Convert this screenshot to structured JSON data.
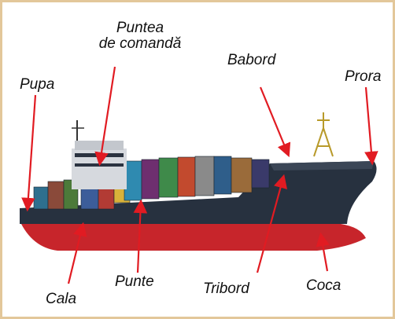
{
  "labels": {
    "puntea_de_comanda": {
      "line1": "Puntea",
      "line2": "de comandă"
    },
    "babord": "Babord",
    "prora": "Prora",
    "pupa": "Pupa",
    "cala": "Cala",
    "punte": "Punte",
    "tribord": "Tribord",
    "coca": "Coca"
  },
  "colors": {
    "frame": "#e3c79a",
    "arrow": "#e11b22",
    "hull_dark": "#27313f",
    "hull_red": "#c7252b"
  }
}
